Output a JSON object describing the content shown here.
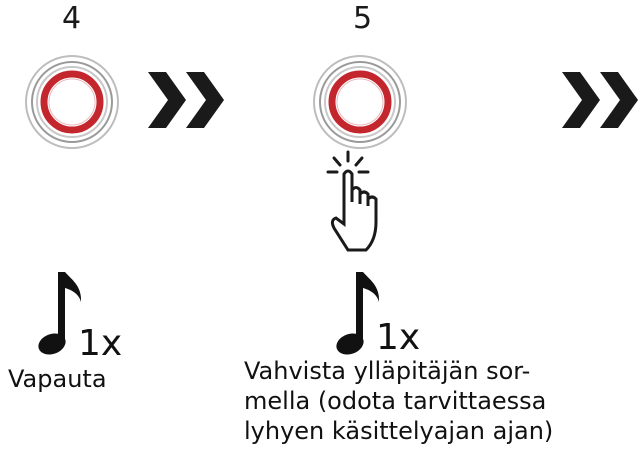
{
  "steps": [
    {
      "number": "4",
      "icon": "fingerprint-sensor-ring",
      "sound_icon": "music-note",
      "count": "1x",
      "caption": "Vapauta"
    },
    {
      "number": "5",
      "icon": "fingerprint-sensor-ring",
      "gesture_icon": "finger-tap",
      "sound_icon": "music-note",
      "count": "1x",
      "caption": "Vahvista ylläpitäjän sor-\nmella (odota tarvittaessa\nlyhyen käsittelyajan ajan)"
    }
  ],
  "connector_icon": "double-chevron-right",
  "colors": {
    "ring_red": "#c4262e",
    "ring_grey": "#9a9a9a",
    "ink": "#111111"
  }
}
